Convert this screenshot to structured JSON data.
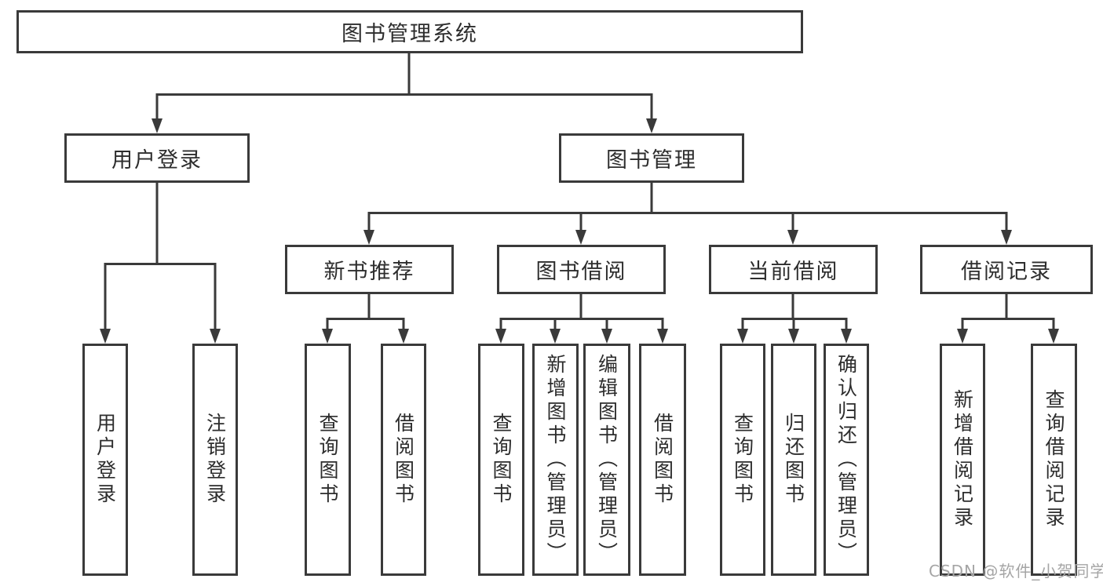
{
  "diagram": {
    "nodes": {
      "root": "图书管理系统",
      "user_login": "用户登录",
      "book_management": "图书管理",
      "new_book_recommend": "新书推荐",
      "book_borrowing": "图书借阅",
      "current_borrowing": "当前借阅",
      "borrowing_records": "借阅记录",
      "leaf_user_login": "用户登录",
      "leaf_logout": "注销登录",
      "leaf_query_books_recommend": "查询图书",
      "leaf_borrow_books_recommend": "借阅图书",
      "leaf_query_books_borrowing": "查询图书",
      "leaf_add_books_admin": "新增图书（管理员）",
      "leaf_edit_books_admin": "编辑图书（管理员）",
      "leaf_borrow_books_borrowing": "借阅图书",
      "leaf_query_books_current": "查询图书",
      "leaf_return_books": "归还图书",
      "leaf_confirm_return_admin": "确认归还（管理员）",
      "leaf_add_borrow_record": "新增借阅记录",
      "leaf_query_borrow_record": "查询借阅记录"
    },
    "colors": {
      "line": "#3a3a3a",
      "text": "#2d2d2d",
      "watermark": "#a5a5a5",
      "background": "#ffffff"
    }
  },
  "watermark": "CSDN @软件_小贺同学"
}
